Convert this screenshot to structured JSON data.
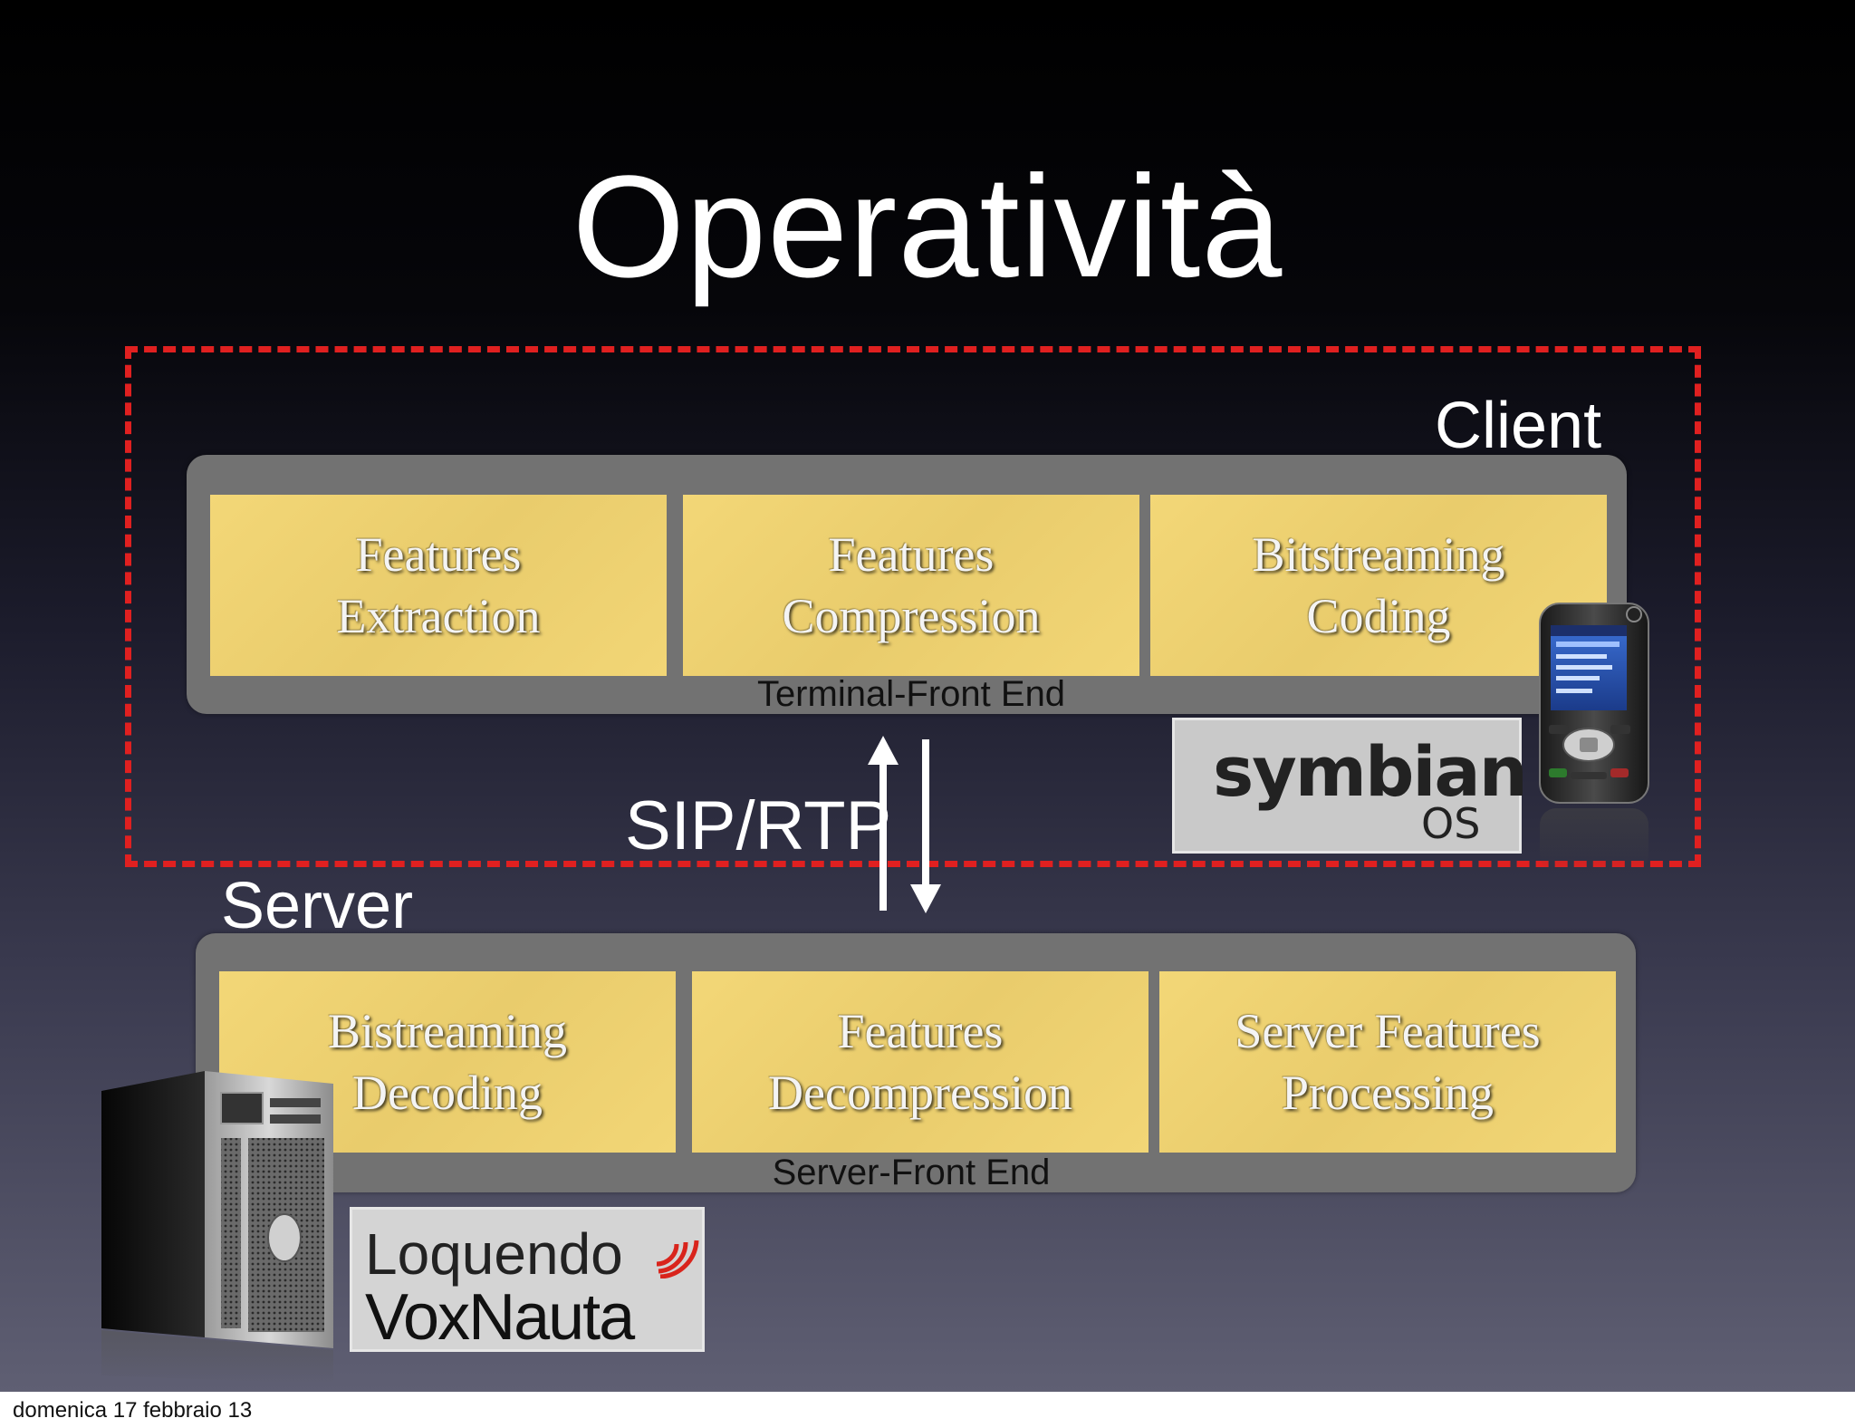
{
  "slide": {
    "title": "Operatività",
    "client_label": "Client",
    "server_label": "Server",
    "client_panel": {
      "blocks": [
        "Features\nExtraction",
        "Features\nCompression",
        "Bitstreaming\nCoding"
      ],
      "caption": "Terminal-Front End"
    },
    "server_panel": {
      "blocks": [
        "Bistreaming\nDecoding",
        "Features\nDecompression",
        "Server Features\nProcessing"
      ],
      "caption": "Server-Front End"
    },
    "protocol_label": "SIP/RTP",
    "symbian_logo": {
      "word": "symbian",
      "sub": "OS"
    },
    "loquendo_logo": {
      "line1": "Loquendo",
      "line2": "VoxNauta"
    },
    "colors": {
      "dashed_border": "#e02020",
      "block_fill": "#efd272",
      "panel_fill": "#727272",
      "loquendo_accent": "#d9241c",
      "symbian_accent": "#2a8fd1"
    }
  },
  "footer": {
    "date": "domenica 17 febbraio 13"
  }
}
